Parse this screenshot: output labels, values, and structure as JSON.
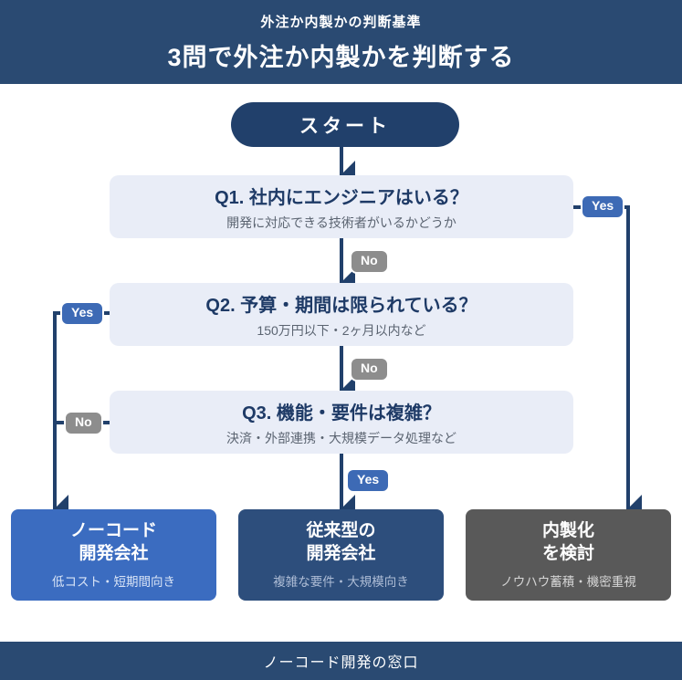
{
  "header": {
    "subtitle": "外注か内製かの判断基準",
    "title": "3問で外注か内製かを判断する"
  },
  "flow": {
    "start_label": "スタート",
    "questions": [
      {
        "title": "Q1. 社内にエンジニアはいる？",
        "subtitle": "開発に対応できる技術者がいるかどうか",
        "yes_label": "Yes",
        "no_label": "No"
      },
      {
        "title": "Q2. 予算・期間は限られている？",
        "subtitle": "150万円以下・2ヶ月以内など",
        "yes_label": "Yes",
        "no_label": "No"
      },
      {
        "title": "Q3. 機能・要件は複雑？",
        "subtitle": "決済・外部連携・大規模データ処理など",
        "yes_label": "Yes",
        "no_label": "No"
      }
    ],
    "outcomes": [
      {
        "title_line1": "ノーコード",
        "title_line2": "開発会社",
        "subtitle": "低コスト・短期間向き",
        "color": "#3b6cc0"
      },
      {
        "title_line1": "従来型の",
        "title_line2": "開発会社",
        "subtitle": "複雑な要件・大規模向き",
        "color": "#2d4e7c"
      },
      {
        "title_line1": "内製化",
        "title_line2": "を検討",
        "subtitle": "ノウハウ蓄積・機密重視",
        "color": "#595959"
      }
    ]
  },
  "footer": {
    "brand": "ノーコード開発の窓口"
  },
  "colors": {
    "header_bg": "#2a4a72",
    "line_navy": "#21406b",
    "question_box_bg": "#e9edf7",
    "question_title": "#1e3a66",
    "question_subtitle": "#5b6471",
    "yes_badge": "#3d6ab5",
    "no_badge": "#8d8d8d"
  }
}
